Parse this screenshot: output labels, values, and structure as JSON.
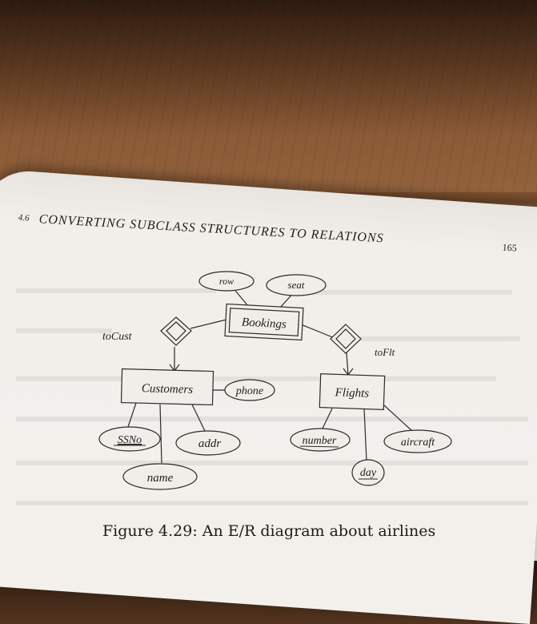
{
  "header": {
    "section_number": "4.6",
    "section_title": "CONVERTING SUBCLASS STRUCTURES TO RELATIONS",
    "page_number": "165"
  },
  "diagram": {
    "entities": {
      "bookings": "Bookings",
      "customers": "Customers",
      "flights": "Flights"
    },
    "relationships": {
      "to_cust": "toCust",
      "to_flt": "toFlt"
    },
    "attributes": {
      "row": "row",
      "seat": "seat",
      "phone": "phone",
      "ssno": "SSNo",
      "addr": "addr",
      "name": "name",
      "number": "number",
      "aircraft": "aircraft",
      "day": "day"
    }
  },
  "caption": "Figure 4.29: An E/R diagram about airlines",
  "colors": {
    "ink": "#1e1e1e",
    "page": "#f1ede9",
    "desk": "#8b5a36"
  }
}
